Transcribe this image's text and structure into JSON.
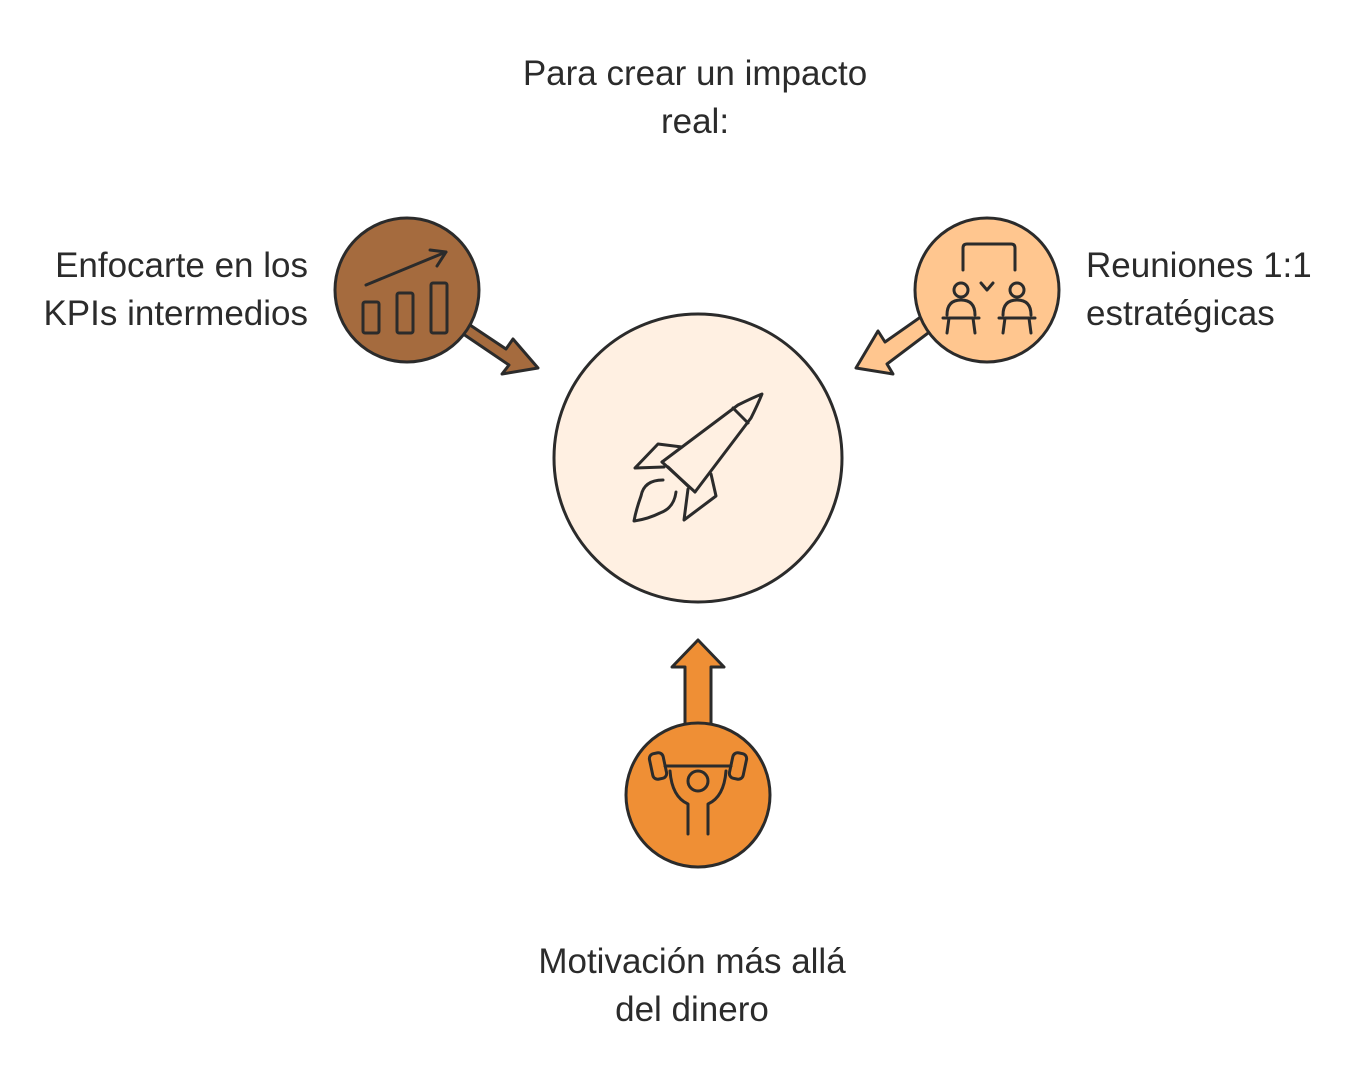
{
  "title": {
    "line1": "Para crear un impacto",
    "line2": "real:"
  },
  "center": {
    "icon": "rocket-icon"
  },
  "nodes": [
    {
      "id": "kpis",
      "line1": "Enfocarte en los",
      "line2": "KPIs intermedios",
      "icon": "bar-chart-growth-icon",
      "color": "#A56B3E"
    },
    {
      "id": "meetings",
      "line1": "Reuniones 1:1",
      "line2": "estratégicas",
      "icon": "one-on-one-meeting-icon",
      "color": "#FFC68F"
    },
    {
      "id": "motivation",
      "line1": "Motivación más allá",
      "line2": "del dinero",
      "icon": "weightlifter-icon",
      "color": "#EF8F35"
    }
  ],
  "colors": {
    "center_fill": "#FFF0E2",
    "stroke": "#2B2B2B"
  }
}
